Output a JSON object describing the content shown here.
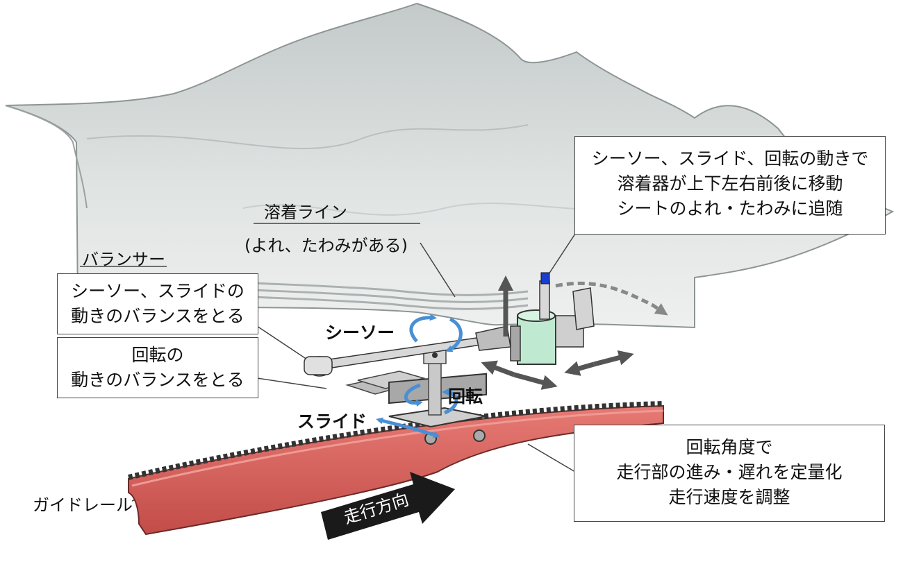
{
  "labels": {
    "weld_line_title": "溶着ライン",
    "weld_line_note": "(よれ、たわみがある)",
    "balancer": "バランサー",
    "seesaw": "シーソー",
    "rotation": "回転",
    "slide": "スライド",
    "guide_rail": "ガイドレール",
    "travel_direction": "走行方向"
  },
  "callouts": {
    "welder_motion": [
      "シーソー、スライド、回転の動きで",
      "溶着器が上下左右前後に移動",
      "シートのよれ・たわみに追随"
    ],
    "balance_seesaw": [
      "シーソー、スライドの",
      "動きのバランスをとる"
    ],
    "balance_rotation": [
      "回転の",
      "動きのバランスをとる"
    ],
    "rotation_angle": [
      "回転角度で",
      "走行部の進み・遅れを定量化",
      "走行速度を調整"
    ]
  },
  "colors": {
    "sheet": "#d7dcdb",
    "rail": "#d9605c",
    "motion_arrow_blue": "#4a8fd4",
    "motion_arrow_gray": "#555555",
    "welder": "#bfe9d0",
    "sensor": "#1a3fd0"
  }
}
